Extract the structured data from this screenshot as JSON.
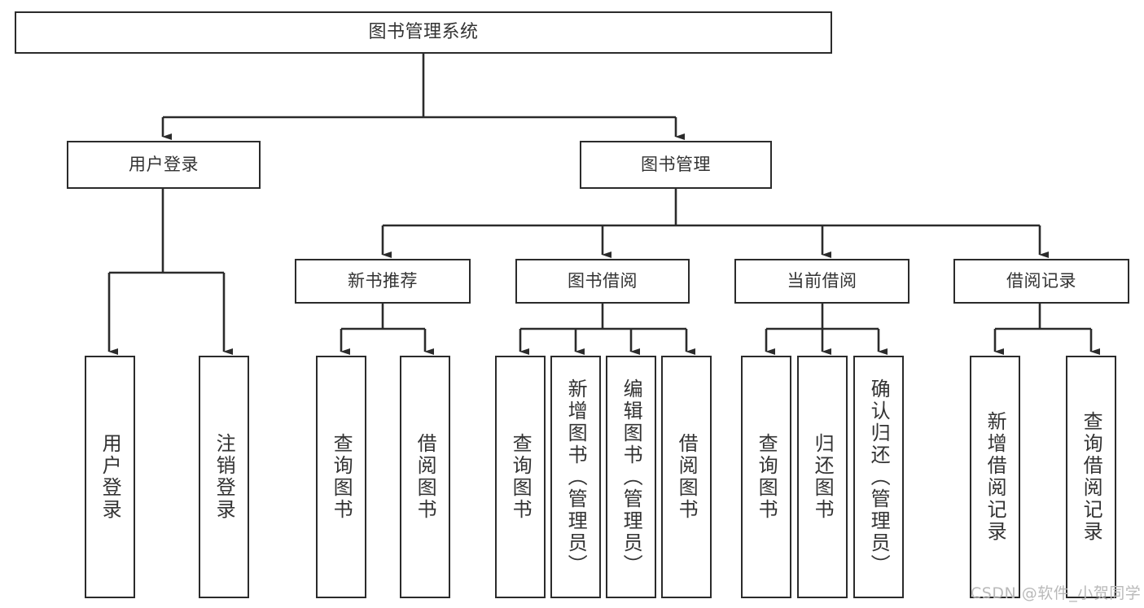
{
  "diagram": {
    "title": "图书管理系统",
    "type": "tree-hierarchy-chart",
    "colors": {
      "border": "#2b2b2b",
      "text": "#333333",
      "background": "#ffffff",
      "connector": "#2b2b2b",
      "watermark": "#b9b9b9"
    },
    "root": {
      "id": "root",
      "label": "图书管理系统"
    },
    "level2": [
      {
        "id": "user-login",
        "label": "用户登录"
      },
      {
        "id": "book-management",
        "label": "图书管理"
      }
    ],
    "level3": [
      {
        "id": "new-book-recommend",
        "label": "新书推荐"
      },
      {
        "id": "book-borrow",
        "label": "图书借阅"
      },
      {
        "id": "current-borrow",
        "label": "当前借阅"
      },
      {
        "id": "borrow-record",
        "label": "借阅记录"
      }
    ],
    "leaves": {
      "user_login": [
        {
          "id": "leaf-user-login",
          "label": "用户登录"
        },
        {
          "id": "leaf-logout",
          "label": "注销登录"
        }
      ],
      "new_book_recommend": [
        {
          "id": "leaf-query-book-1",
          "label": "查询图书"
        },
        {
          "id": "leaf-borrow-book-1",
          "label": "借阅图书"
        }
      ],
      "book_borrow": [
        {
          "id": "leaf-query-book-2",
          "label": "查询图书"
        },
        {
          "id": "leaf-add-book",
          "label": "新增图书（管理员）"
        },
        {
          "id": "leaf-edit-book",
          "label": "编辑图书（管理员）"
        },
        {
          "id": "leaf-borrow-book-2",
          "label": "借阅图书"
        }
      ],
      "current_borrow": [
        {
          "id": "leaf-query-book-3",
          "label": "查询图书"
        },
        {
          "id": "leaf-return-book",
          "label": "归还图书"
        },
        {
          "id": "leaf-confirm-return",
          "label": "确认归还（管理员）"
        }
      ],
      "borrow_record": [
        {
          "id": "leaf-add-record",
          "label": "新增借阅记录"
        },
        {
          "id": "leaf-query-record",
          "label": "查询借阅记录"
        }
      ]
    }
  },
  "watermark": {
    "text": "CSDN @软件_小贺同学"
  }
}
